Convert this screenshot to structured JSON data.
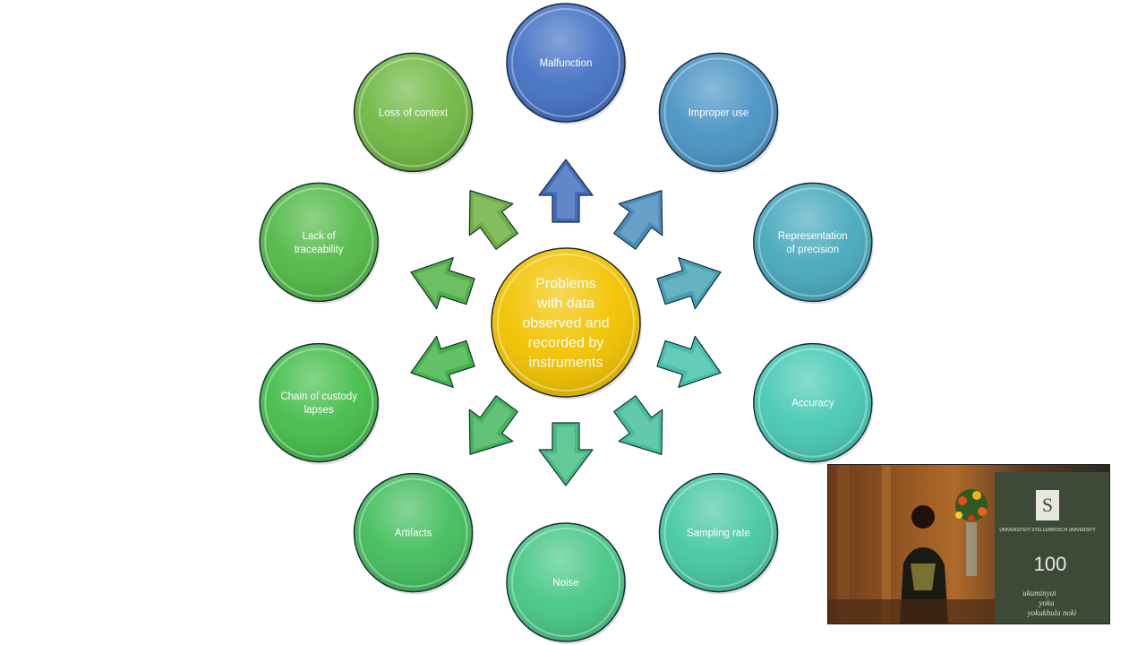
{
  "diagram": {
    "center": {
      "lines": [
        "Problems",
        "with data",
        "observed and",
        "recorded by",
        "instruments"
      ],
      "color": "#f2c300"
    },
    "nodes": [
      {
        "id": "malfunction",
        "lines": [
          "Malfunction"
        ],
        "color": "#4472c4"
      },
      {
        "id": "improper-use",
        "lines": [
          "Improper use"
        ],
        "color": "#4a94c4"
      },
      {
        "id": "representation-of-precision",
        "lines": [
          "Representation",
          "of precision"
        ],
        "color": "#48a9bd"
      },
      {
        "id": "accuracy",
        "lines": [
          "Accuracy"
        ],
        "color": "#47c9b4"
      },
      {
        "id": "sampling-rate",
        "lines": [
          "Sampling rate"
        ],
        "color": "#47c8a2"
      },
      {
        "id": "noise",
        "lines": [
          "Noise"
        ],
        "color": "#47c786"
      },
      {
        "id": "artifacts",
        "lines": [
          "Artifacts"
        ],
        "color": "#44bd5e"
      },
      {
        "id": "chain-of-custody-lapses",
        "lines": [
          "Chain of custody",
          "lapses"
        ],
        "color": "#44bd4a"
      },
      {
        "id": "lack-of-traceability",
        "lines": [
          "Lack of",
          "traceability"
        ],
        "color": "#52b947"
      },
      {
        "id": "loss-of-context",
        "lines": [
          "Loss of context"
        ],
        "color": "#70b843"
      }
    ]
  },
  "video_inset": {
    "banner_text": "UNIVERSITEIT STELLENBOSCH UNIVERSITY",
    "logo_letter": "S",
    "centenary": "100",
    "motto": [
      "ukuminyai",
      "yoku",
      "yokukhula noki"
    ]
  }
}
